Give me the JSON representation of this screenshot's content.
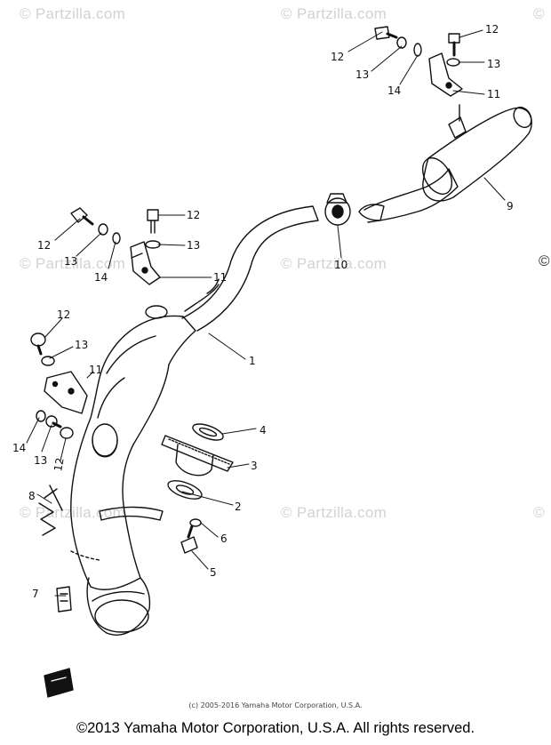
{
  "watermark": "© Partzilla.com",
  "watermark_edge": "©",
  "callouts": [
    "1",
    "2",
    "3",
    "4",
    "5",
    "6",
    "7",
    "8",
    "9",
    "10",
    "11",
    "12",
    "13",
    "14"
  ],
  "copyright_small": "(c) 2005-2016 Yamaha Motor Corporation, U.S.A.",
  "copyright_main": "©2013 Yamaha Motor Corporation, U.S.A. All rights reserved."
}
